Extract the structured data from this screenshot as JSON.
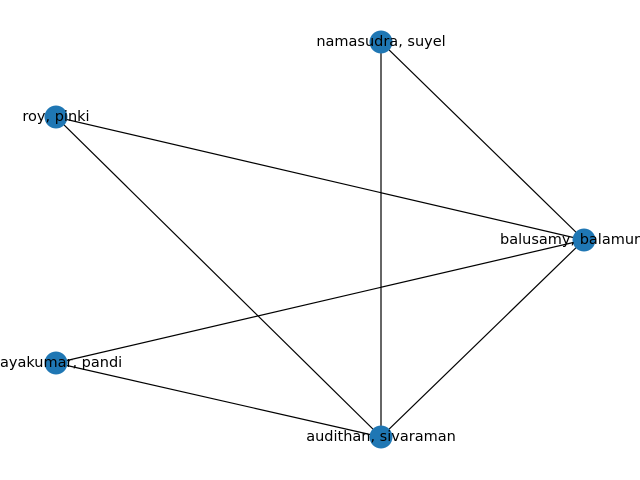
{
  "diagram": {
    "type": "network-graph",
    "node_color": "#1f77b4",
    "edge_color": "#000000",
    "nodes": [
      {
        "id": "namasudra",
        "label": "namasudra, suyel"
      },
      {
        "id": "roy",
        "label": "roy, pinki"
      },
      {
        "id": "balusamy",
        "label": "balusamy, balamur"
      },
      {
        "id": "vijayakumar",
        "label": "ayakumar, pandi"
      },
      {
        "id": "audithan",
        "label": "audithan, sivaraman"
      }
    ],
    "edges": [
      {
        "source": "namasudra",
        "target": "balusamy"
      },
      {
        "source": "namasudra",
        "target": "audithan"
      },
      {
        "source": "roy",
        "target": "balusamy"
      },
      {
        "source": "roy",
        "target": "audithan"
      },
      {
        "source": "balusamy",
        "target": "vijayakumar"
      },
      {
        "source": "balusamy",
        "target": "audithan"
      },
      {
        "source": "vijayakumar",
        "target": "audithan"
      }
    ]
  }
}
